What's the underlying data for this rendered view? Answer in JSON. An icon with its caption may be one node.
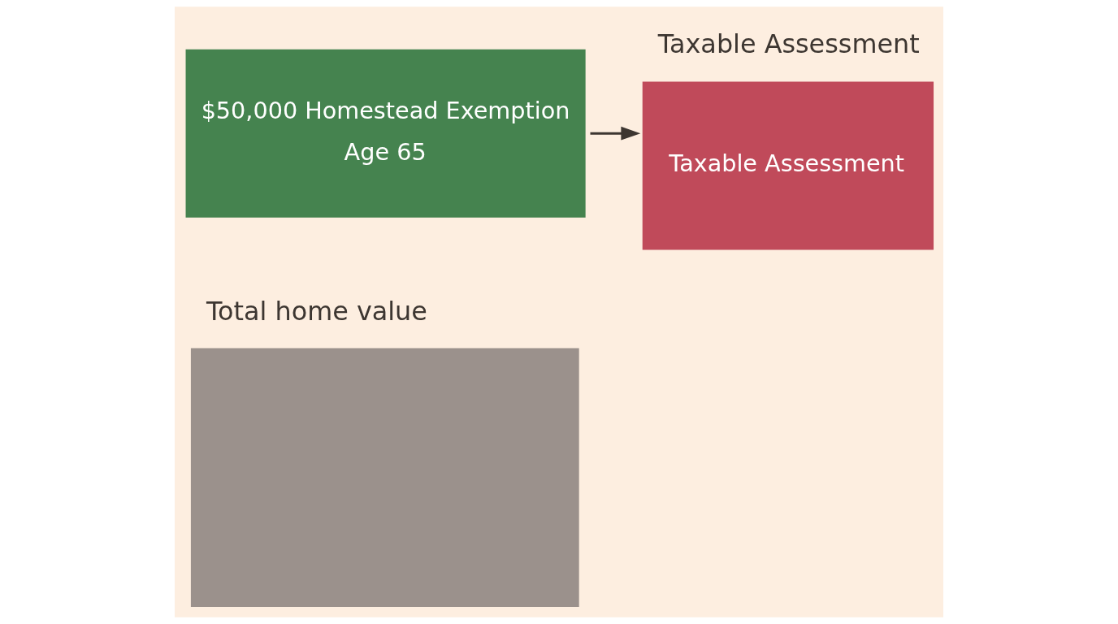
{
  "diagram": {
    "nodes": [
      {
        "text": [
          "Total home value"
        ]
      },
      {
        "text": [
          "$50,000 Homestead Exemption",
          "Age 65"
        ]
      },
      {
        "text": [
          "Taxable Assessment",
          "Taxable Assessment"
        ]
      }
    ],
    "edges": [
      {
        "from": 1,
        "to": 2,
        "arrow": "to"
      }
    ]
  }
}
